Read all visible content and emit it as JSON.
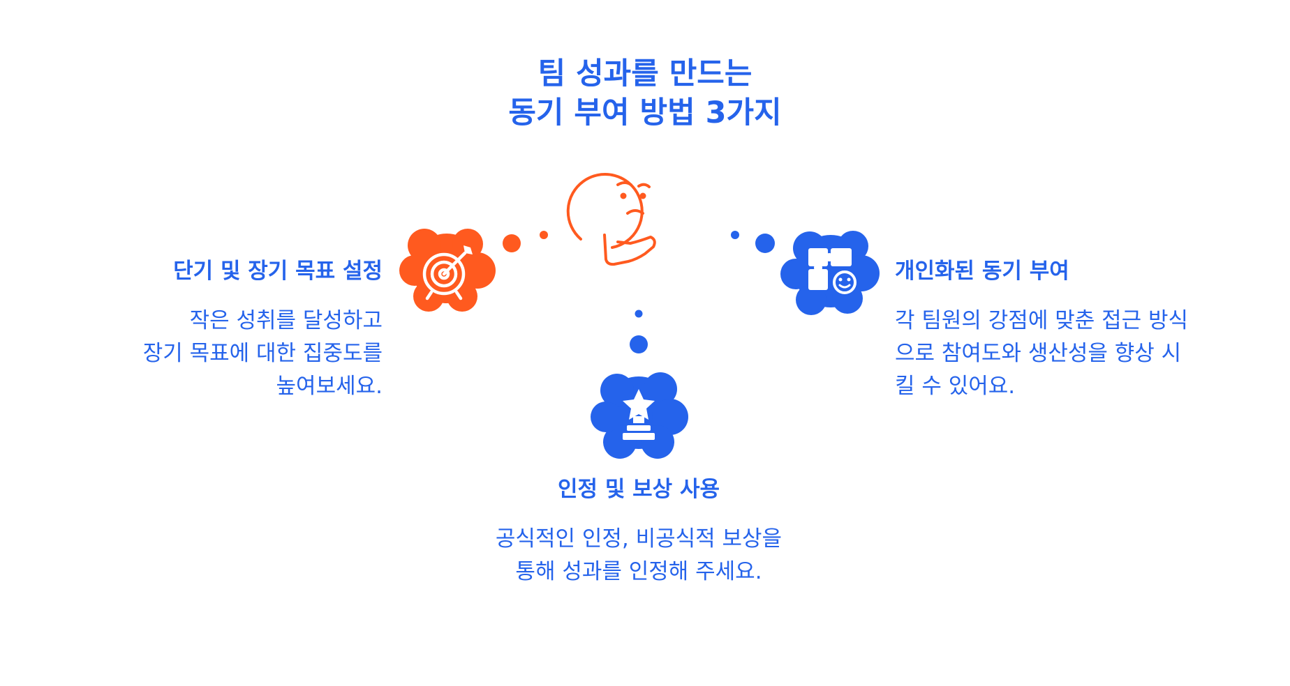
{
  "title": {
    "lines": [
      "팀 성과를 만드는",
      "동기 부여 방법 3가지"
    ]
  },
  "colors": {
    "primary_blue": "#2563eb",
    "accent_orange": "#ff5a1f",
    "background": "#ffffff"
  },
  "center_icon": "thinking-face-icon",
  "items": [
    {
      "icon": "target-arrow-icon",
      "icon_color": "#ff5a1f",
      "heading": "단기 및 장기 목표 설정",
      "description": [
        "작은 성취를 달성하고",
        "장기 목표에 대한 집중도를",
        "높여보세요."
      ]
    },
    {
      "icon": "puzzle-face-icon",
      "icon_color": "#2563eb",
      "heading": "개인화된 동기 부여",
      "description": [
        "각 팀원의 강점에 맞춘 접근 방식",
        "으로 참여도와 생산성을 향상 시",
        "킬 수 있어요."
      ]
    },
    {
      "icon": "trophy-star-icon",
      "icon_color": "#2563eb",
      "heading": "인정 및 보상 사용",
      "description": [
        "공식적인 인정, 비공식적 보상을",
        "통해 성과를 인정해 주세요."
      ]
    }
  ]
}
